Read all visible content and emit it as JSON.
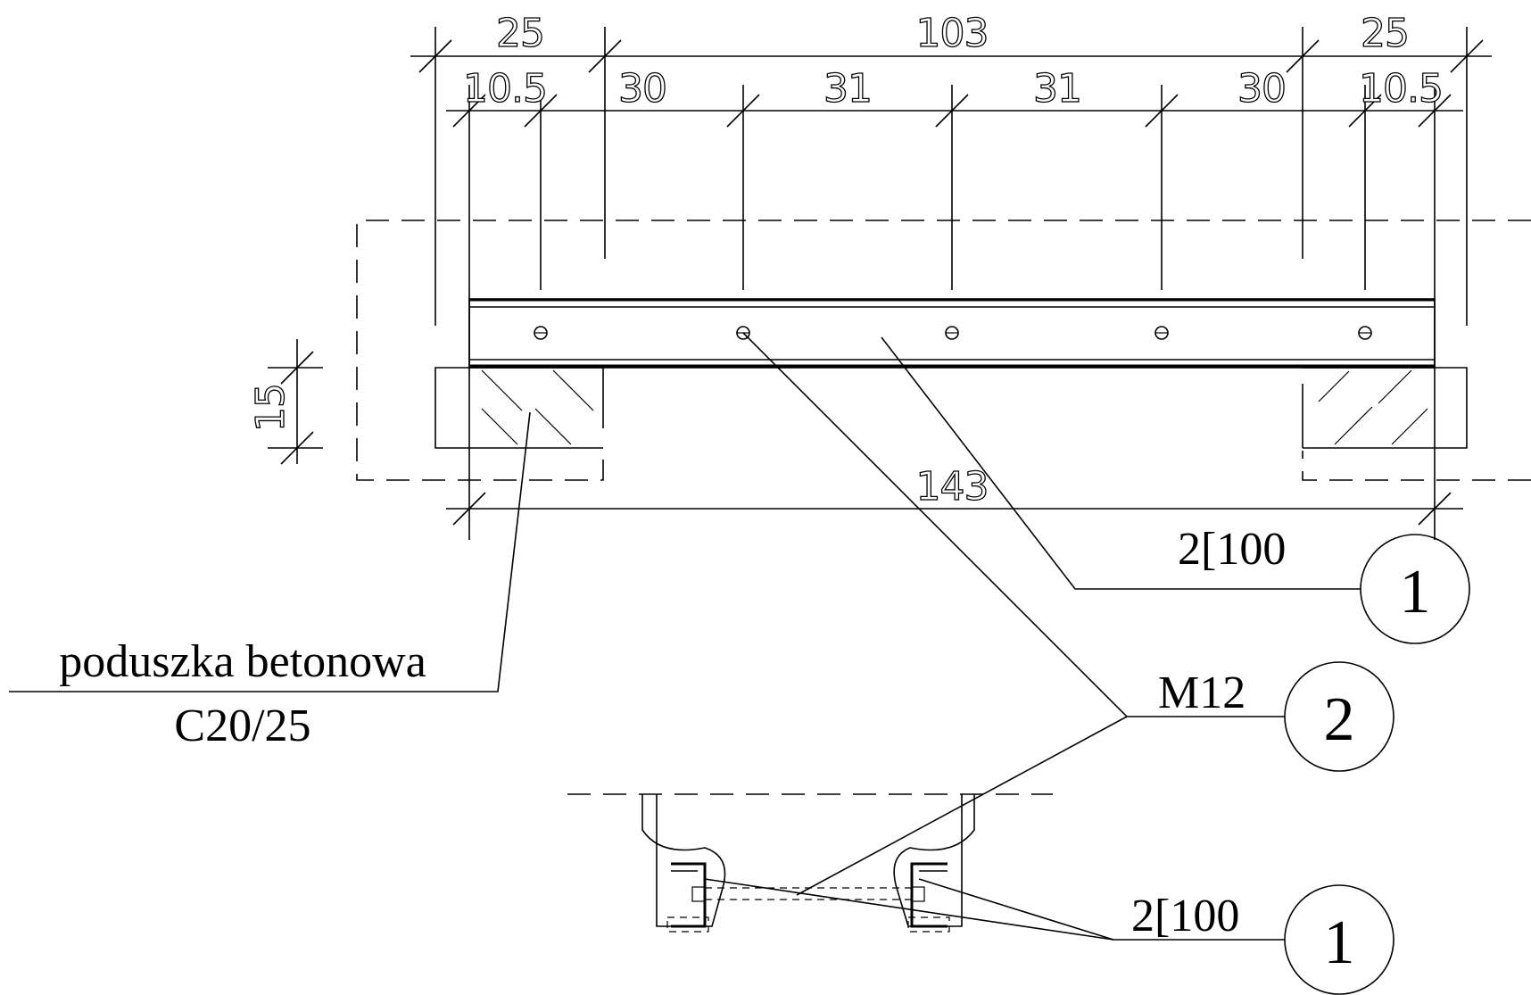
{
  "dimensions": {
    "top_row": [
      "25",
      "103",
      "25"
    ],
    "second_row": [
      "10.5",
      "30",
      "31",
      "31",
      "30",
      "10.5"
    ],
    "pad_height": "15",
    "overall_length": "143"
  },
  "callouts": {
    "beam": {
      "label": "2[100",
      "mark": "1"
    },
    "bolt": {
      "label": "M12",
      "mark": "2"
    },
    "section_channel": {
      "label": "2[100",
      "mark": "1"
    }
  },
  "concrete_pad": {
    "line1": "poduszka betonowa",
    "line2": "C20/25"
  }
}
